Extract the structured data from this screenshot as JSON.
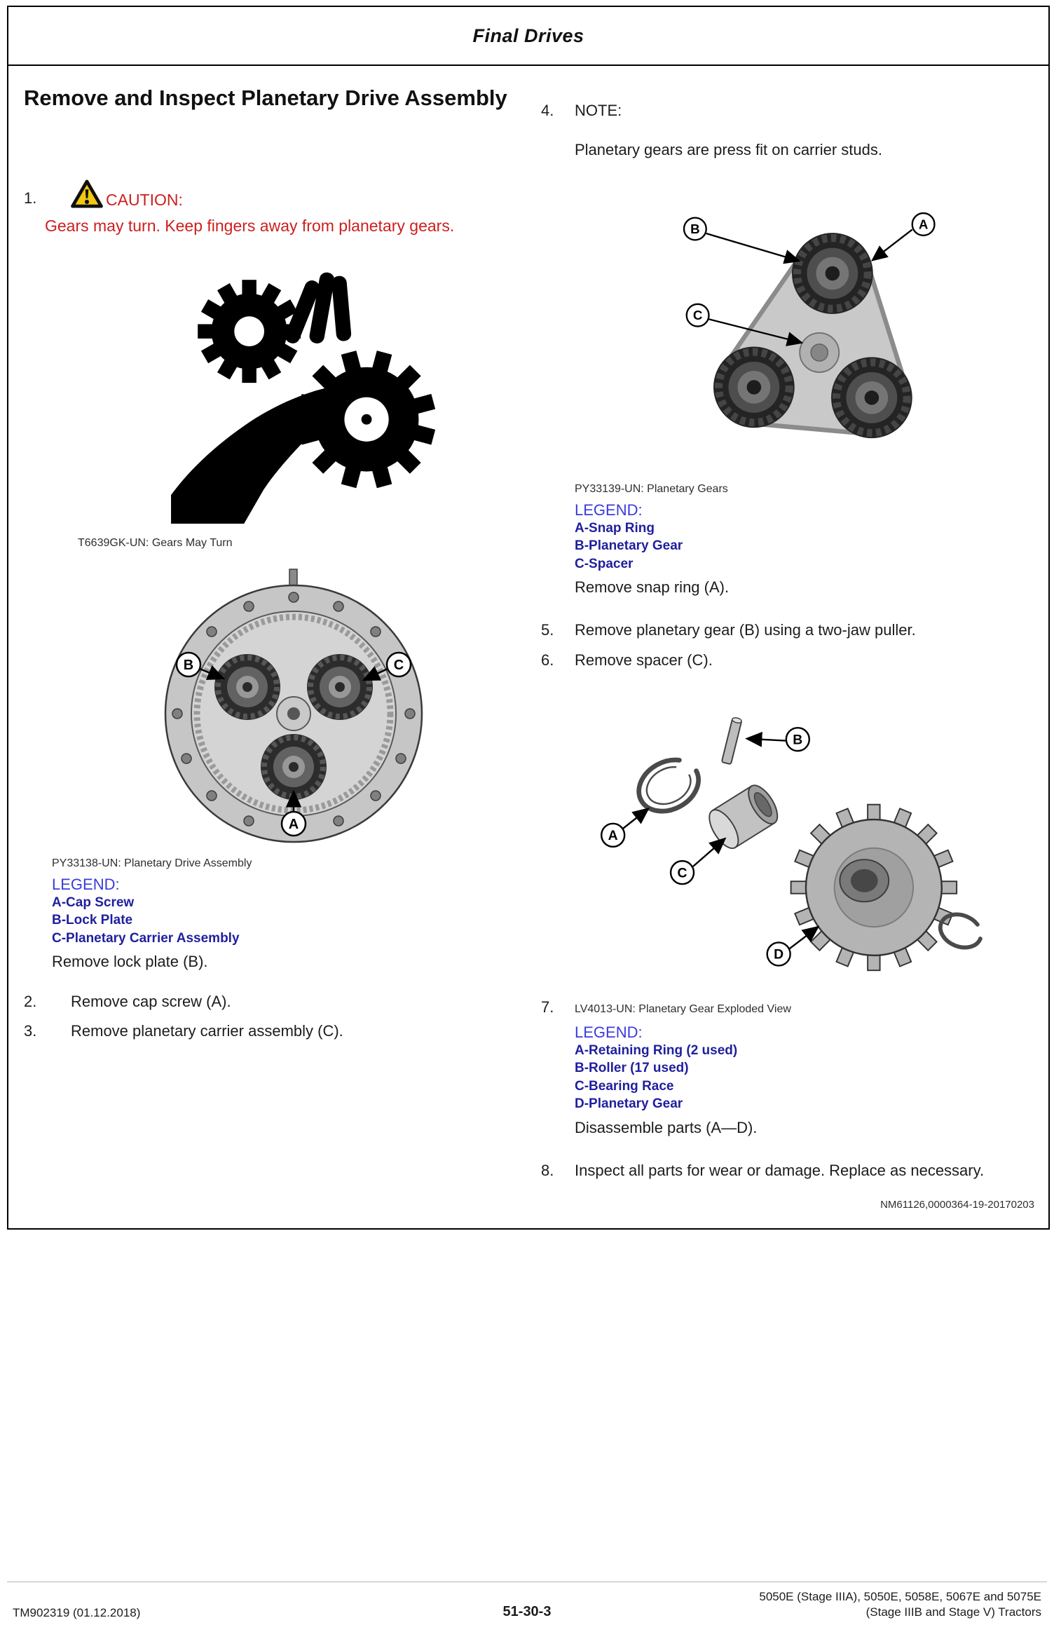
{
  "colors": {
    "caution_red": "#cc1f1f",
    "legend_label_blue": "#3b3bdd",
    "legend_item_blue": "#1f1f9e"
  },
  "header": {
    "title": "Final Drives"
  },
  "section": {
    "title": "Remove and Inspect Planetary Drive Assembly"
  },
  "steps": {
    "s1": {
      "num": "1.",
      "caution_label": "CAUTION:",
      "caution_text": "Gears may turn. Keep fingers away from planetary gears."
    },
    "s2": {
      "num": "2.",
      "text": "Remove cap screw (A)."
    },
    "s3": {
      "num": "3.",
      "text": "Remove planetary carrier assembly (C)."
    },
    "s4": {
      "num": "4.",
      "note_label": "NOTE:",
      "note_text": "Planetary gears are press fit on carrier studs."
    },
    "s5": {
      "num": "5.",
      "text": "Remove planetary gear (B) using a two-jaw puller."
    },
    "s6": {
      "num": "6.",
      "text": "Remove spacer (C)."
    },
    "s7": {
      "num": "7."
    },
    "s8": {
      "num": "8.",
      "text": "Inspect all parts for wear or damage. Replace as necessary."
    }
  },
  "figures": {
    "fig1": {
      "caption": "T6639GK-UN: Gears May Turn"
    },
    "fig2": {
      "caption": "PY33138-UN: Planetary Drive Assembly",
      "legend_label": "LEGEND:",
      "legend_items": [
        "A-Cap Screw",
        "B-Lock Plate",
        "C-Planetary Carrier Assembly"
      ],
      "after_text": "Remove lock plate (B).",
      "callouts": {
        "a": "A",
        "b": "B",
        "c": "C"
      }
    },
    "fig3": {
      "caption": "PY33139-UN: Planetary Gears",
      "legend_label": "LEGEND:",
      "legend_items": [
        "A-Snap Ring",
        "B-Planetary Gear",
        "C-Spacer"
      ],
      "after_text": "Remove snap ring (A).",
      "callouts": {
        "a": "A",
        "b": "B",
        "c": "C"
      }
    },
    "fig4": {
      "caption": "LV4013-UN: Planetary Gear Exploded View",
      "legend_label": "LEGEND:",
      "legend_items": [
        "A-Retaining Ring (2 used)",
        "B-Roller (17 used)",
        "C-Bearing Race",
        "D-Planetary Gear"
      ],
      "after_text": "Disassemble parts (A—D).",
      "callouts": {
        "a": "A",
        "b": "B",
        "c": "C",
        "d": "D"
      }
    }
  },
  "doc_code": "NM61126,0000364-19-20170203",
  "footer": {
    "left": "TM902319 (01.12.2018)",
    "page_number": "51-30-3",
    "right_line1": "5050E (Stage IIIA), 5050E, 5058E, 5067E and 5075E",
    "right_line2": "(Stage IIIB and Stage V) Tractors"
  }
}
